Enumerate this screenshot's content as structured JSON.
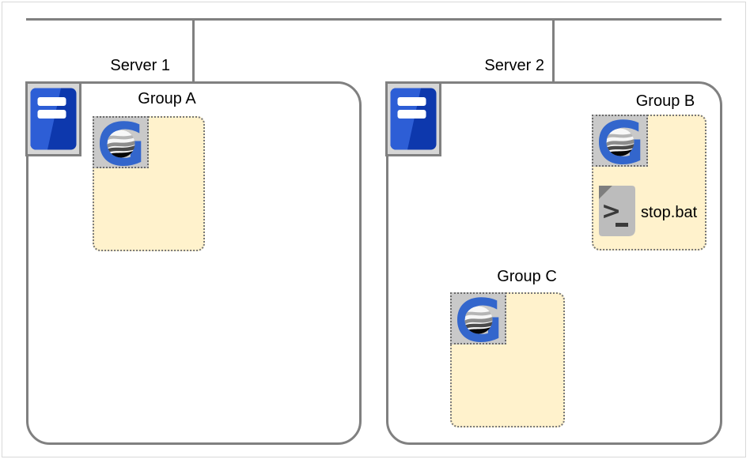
{
  "servers": [
    {
      "label": "Server 1",
      "groups": [
        {
          "label": "Group A",
          "files": []
        }
      ]
    },
    {
      "label": "Server 2",
      "groups": [
        {
          "label": "Group B",
          "files": [
            {
              "name": "stop.bat"
            }
          ]
        },
        {
          "label": "Group C",
          "files": []
        }
      ]
    }
  ],
  "icons": {
    "server": "server-tower-icon",
    "gateway": "gateway-g-globe-icon",
    "script_file": "terminal-script-file-icon"
  },
  "colors": {
    "connector_gray": "#808080",
    "group_fill": "#FFF2CC",
    "gateway_blue": "#3366CC",
    "server_blue_light": "#2D5ED6",
    "server_blue_dark": "#0D38AD",
    "icon_bg_gray": "#C9C9C9",
    "file_body_gray": "#BCBCBC",
    "file_fold_gray": "#7E7E7E"
  }
}
